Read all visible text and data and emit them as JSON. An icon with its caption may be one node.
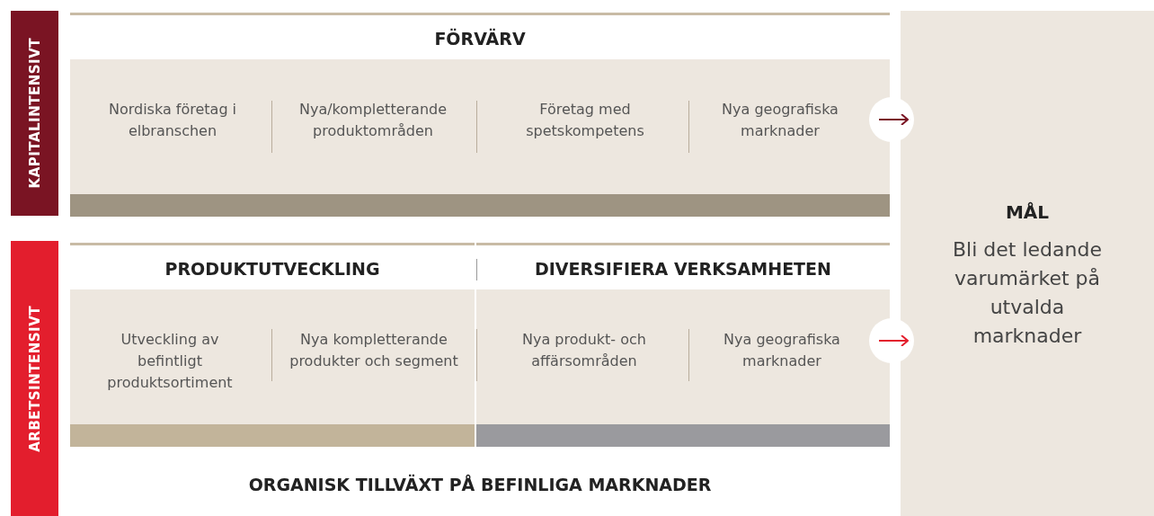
{
  "diagram": {
    "nodes": [
      {
        "text": [
          "KAPITALINTENSIVT"
        ]
      },
      {
        "text": [
          "FÖRVÄRV"
        ]
      },
      {
        "text": [
          "Nordiska företag i elbranschen"
        ],
        "in": 1
      },
      {
        "text": [
          "Nya/kompletterande produktområden"
        ],
        "in": 1
      },
      {
        "text": [
          "Företag med spetskompetens"
        ],
        "in": 1
      },
      {
        "text": [
          "Nya geografiska marknader"
        ],
        "in": 1
      },
      {
        "text": [
          "ARBETSINTENSIVT"
        ]
      },
      {
        "text": [
          "PRODUKTUTVECKLING"
        ]
      },
      {
        "text": [
          "Utveckling av befintligt produktsortiment"
        ],
        "in": 7
      },
      {
        "text": [
          "Nya kompletterande produkter och segment"
        ],
        "in": 7
      },
      {
        "text": [
          "DIVERSIFIERA VERKSAMHETEN"
        ]
      },
      {
        "text": [
          "Nya produkt- och affärsområden"
        ],
        "in": 10
      },
      {
        "text": [
          "Nya geografiska marknader"
        ],
        "in": 10
      },
      {
        "text": [
          "MÅL",
          "Bli det ledande varumärket på utvalda marknader"
        ]
      }
    ],
    "edges": [
      {
        "from": 1,
        "to": 13,
        "arrow": "to",
        "color": "#7a1423"
      },
      {
        "from": 10,
        "to": 13,
        "arrow": "to",
        "color": "#e31e2d"
      }
    ],
    "labels": [
      "ORGANISK TILLVÄXT PÅ BEFINLIGA MARKNADER"
    ]
  }
}
